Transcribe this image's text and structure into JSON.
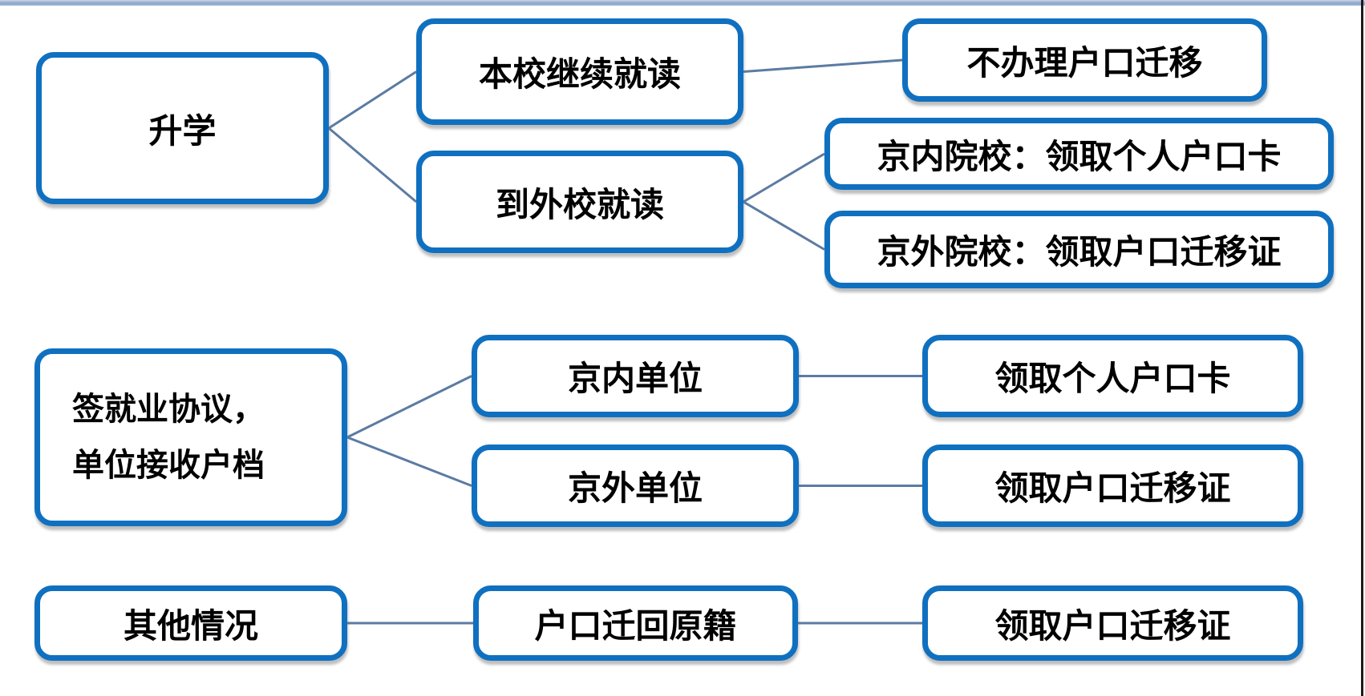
{
  "diagram": {
    "colors": {
      "box_border": "#1070c0",
      "box_fill": "#ffffff",
      "connector": "#5b7ba3",
      "text": "#000000",
      "frame_top": "#94adce",
      "frame_right": "#1b1b1b"
    },
    "nodes": {
      "shengxue": {
        "label": "升学"
      },
      "benxiao": {
        "label": "本校继续就读"
      },
      "daowaixiao": {
        "label": "到外校就读"
      },
      "bubanli": {
        "label": "不办理户口迁移"
      },
      "jnyuanxiao": {
        "label": "京内院校：领取个人户口卡"
      },
      "jwyuanxiao": {
        "label": "京外院校：领取户口迁移证"
      },
      "qianjiuye": {
        "label": "签就业协议，\n单位接收户档"
      },
      "jndanwei": {
        "label": "京内单位"
      },
      "jwdanwei": {
        "label": "京外单位"
      },
      "lqgeren": {
        "label": "领取个人户口卡"
      },
      "lqqianyi2": {
        "label": "领取户口迁移证"
      },
      "qita": {
        "label": "其他情况"
      },
      "qianhui": {
        "label": "户口迁回原籍"
      },
      "lqqianyi3": {
        "label": "领取户口迁移证"
      }
    },
    "edges": [
      {
        "from": "shengxue",
        "to": "benxiao"
      },
      {
        "from": "shengxue",
        "to": "daowaixiao"
      },
      {
        "from": "benxiao",
        "to": "bubanli"
      },
      {
        "from": "daowaixiao",
        "to": "jnyuanxiao"
      },
      {
        "from": "daowaixiao",
        "to": "jwyuanxiao"
      },
      {
        "from": "qianjiuye",
        "to": "jndanwei"
      },
      {
        "from": "qianjiuye",
        "to": "jwdanwei"
      },
      {
        "from": "jndanwei",
        "to": "lqgeren"
      },
      {
        "from": "jwdanwei",
        "to": "lqqianyi2"
      },
      {
        "from": "qita",
        "to": "qianhui"
      },
      {
        "from": "qianhui",
        "to": "lqqianyi3"
      }
    ]
  }
}
